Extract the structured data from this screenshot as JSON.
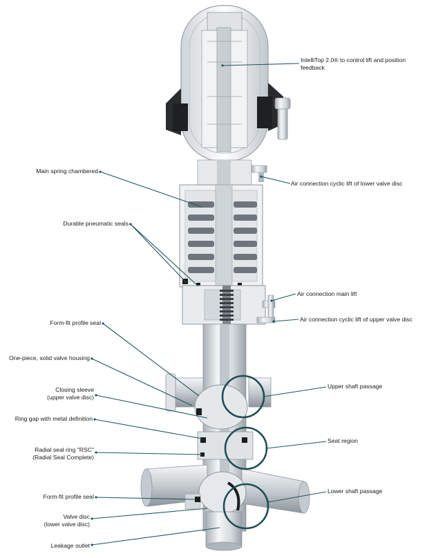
{
  "diagram": {
    "colors": {
      "leader": "#1f5560",
      "circle": "#1f4d55",
      "metal_light": "#eef0f2",
      "metal_mid": "#c9ced3",
      "metal_dark": "#8e959c",
      "seal": "#1c1c1c",
      "spring": "#6e757c",
      "label_text": "#1a1a1a"
    },
    "labels_left": [
      {
        "id": "main-spring-chambered",
        "text": "Main spring chambered"
      },
      {
        "id": "durable-pneumatic-seals",
        "text": "Durable pneumatic seals"
      },
      {
        "id": "form-fit-profile-seal-upper",
        "text": "Form-fit profile seal"
      },
      {
        "id": "one-piece-valve-housing",
        "text": "One-piece, solid valve housing"
      },
      {
        "id": "closing-sleeve",
        "text": "Closing sleeve\n(upper valve disc)"
      },
      {
        "id": "ring-gap",
        "text": "Ring gap with metal definition"
      },
      {
        "id": "radial-seal-ring",
        "text": "Radial seal ring \"RSC\"\n(Radial Seal Complete)"
      },
      {
        "id": "form-fit-profile-seal-lower",
        "text": "Form-fit profile seal"
      },
      {
        "id": "valve-disc",
        "text": "Valve disc\n(lower valve disc)"
      },
      {
        "id": "leakage-outlet",
        "text": "Leakage outlet"
      }
    ],
    "labels_right": [
      {
        "id": "intellitop",
        "text": "IntelliTop 2.0® to control lift and position\nfeedback"
      },
      {
        "id": "air-cyclic-lower",
        "text": "Air connection cyclic lift of lower valve disc"
      },
      {
        "id": "air-main-lift",
        "text": "Air connection main lift"
      },
      {
        "id": "air-cyclic-upper",
        "text": "Air connection cyclic lift of upper valve disc"
      },
      {
        "id": "upper-shaft-passage",
        "text": "Upper shaft passage"
      },
      {
        "id": "seat-region",
        "text": "Seat region"
      },
      {
        "id": "lower-shaft-passage",
        "text": "Lower shaft passage"
      }
    ]
  }
}
